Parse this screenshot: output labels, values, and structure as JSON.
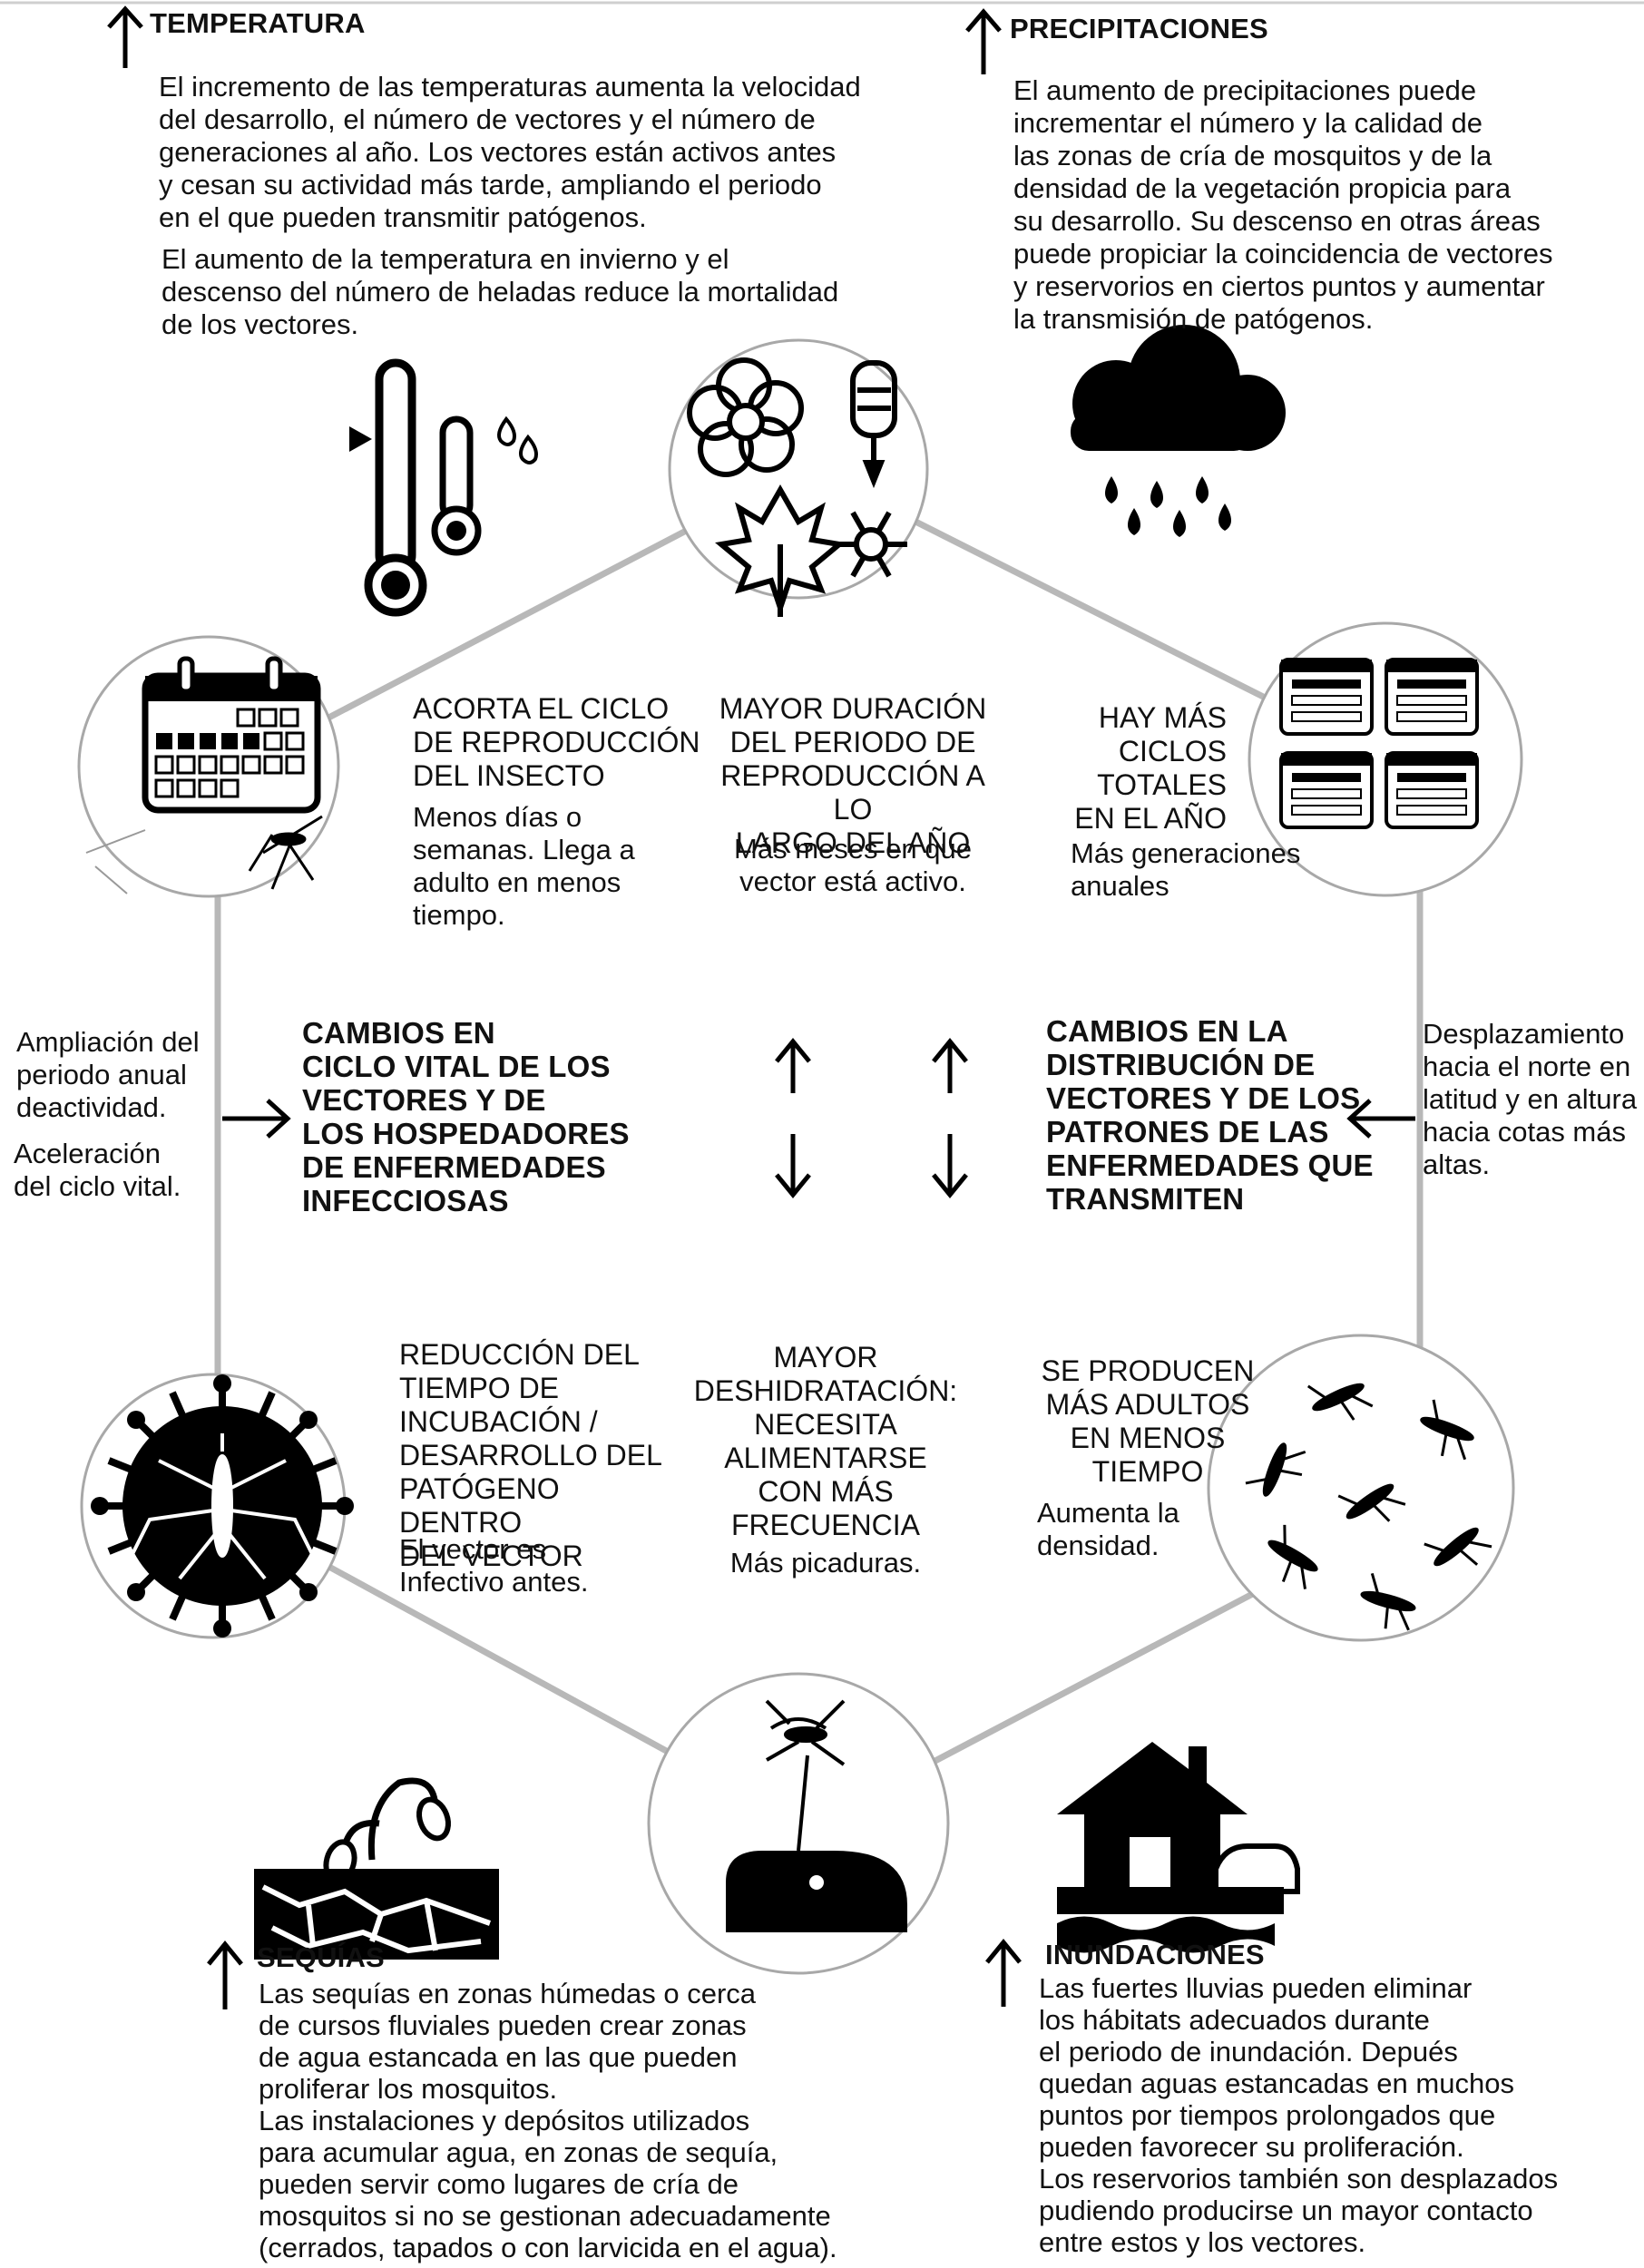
{
  "colors": {
    "text": "#111111",
    "ring": "#b8b8b8",
    "circle": "#a8a8a8",
    "icon": "#000000"
  },
  "top_left": {
    "title": "TEMPERATURA",
    "text1": "El incremento de las temperaturas aumenta la velocidad\ndel desarrollo, el número de vectores y el número de\ngeneraciones al año. Los vectores están activos antes\ny cesan su actividad más tarde, ampliando el periodo\nen el que pueden transmitir patógenos.",
    "text2": "El aumento de la temperatura en invierno y el\ndescenso del número de heladas reduce la mortalidad\nde los vectores.",
    "icons": [
      "up-arrow-icon",
      "thermometer-icon"
    ]
  },
  "top_right": {
    "title": "PRECIPITACIONES",
    "text": "El aumento de precipitaciones puede\nincrementar el número y la calidad de\nlas zonas de cría de mosquitos y de la\ndensidad de la vegetación propicia para\nsu desarrollo. Su descenso en otras áreas\npuede propiciar la coincidencia de vectores\ny reservorios en ciertos puntos y aumentar\nla transmisión de patógenos.",
    "icons": [
      "up-arrow-icon",
      "rain-cloud-icon"
    ]
  },
  "bottom_left": {
    "title": "SEQUÍAS",
    "text": "Las sequías en zonas húmedas o cerca\nde cursos fluviales pueden crear zonas\nde agua estancada en las que pueden\nproliferar los mosquitos.\nLas instalaciones y depósitos utilizados\npara acumular agua, en zonas de sequía,\npueden servir como lugares de cría de\nmosquitos si no se gestionan adecuadamente\n(cerrados, tapados o con larvicida en el agua).",
    "icons": [
      "up-arrow-icon",
      "drought-sprout-icon"
    ]
  },
  "bottom_right": {
    "title": "INUNDACIONES",
    "text": "Las fuertes lluvias pueden eliminar\nlos hábitats adecuados durante\nel periodo de inundación. Depués\nquedan aguas estancadas en muchos\npuntos por tiempos prolongados que\npueden favorecer su proliferación.\nLos reservorios también son desplazados\npudiendo producirse un mayor contacto\nentre estos y los vectores.",
    "icons": [
      "up-arrow-icon",
      "flood-house-icon"
    ]
  },
  "inner": {
    "shorter_cycle": {
      "title": "ACORTA EL CICLO\nDE REPRODUCCIÓN\nDEL INSECTO",
      "text": "Menos días o\nsemanas. Llega a\nadulto en menos\ntiempo."
    },
    "longer_season": {
      "title": "MAYOR DURACIÓN\nDEL PERIODO DE\nREPRODUCCIÓN A LO\nLARGO DEL AÑO",
      "text": "Más meses en que\nvector está activo."
    },
    "more_cycles": {
      "title": "HAY MÁS\nCICLOS\nTOTALES\nEN EL AÑO",
      "text": "Más generaciones\nanuales"
    },
    "life_cycle_changes": "CAMBIOS EN\nCICLO VITAL DE LOS\nVECTORES  Y DE\nLOS HOSPEDADORES\nDE ENFERMEDADES\nINFECCIOSAS",
    "distribution_changes": "CAMBIOS EN LA\nDISTRIBUCIÓN DE\nVECTORES Y DE LOS\nPATRONES DE LAS\nENFERMEDADES QUE\nTRANSMITEN",
    "incubation": {
      "title": "REDUCCIÓN DEL\nTIEMPO DE\nINCUBACIÓN /\nDESARROLLO DEL\nPATÓGENO DENTRO\nDEL VECTOR",
      "text": "El vector es\nInfectivo antes."
    },
    "dehydration": {
      "title": "MAYOR\nDESHIDRATACIÓN:\nNECESITA\nALIMENTARSE\nCON MÁS\nFRECUENCIA",
      "text": "Más picaduras."
    },
    "more_adults": {
      "title": "SE PRODUCEN\nMÁS ADULTOS\nEN MENOS\nTIEMPO",
      "text": "Aumenta la\ndensidad."
    }
  },
  "side_left": {
    "text1": "Ampliación del\nperiodo anual\ndeactividad.",
    "text2": "Aceleración\ndel ciclo vital."
  },
  "side_right": {
    "text": "Desplazamiento\nhacia el norte en\nlatitud y en altura\nhacia cotas más\naltas."
  },
  "circle_icons": [
    "flower-seasons-icon",
    "calendar-icon",
    "calendars-icon",
    "virus-mosquito-icon",
    "mosquito-swarm-icon",
    "mosquito-biting-icon"
  ]
}
